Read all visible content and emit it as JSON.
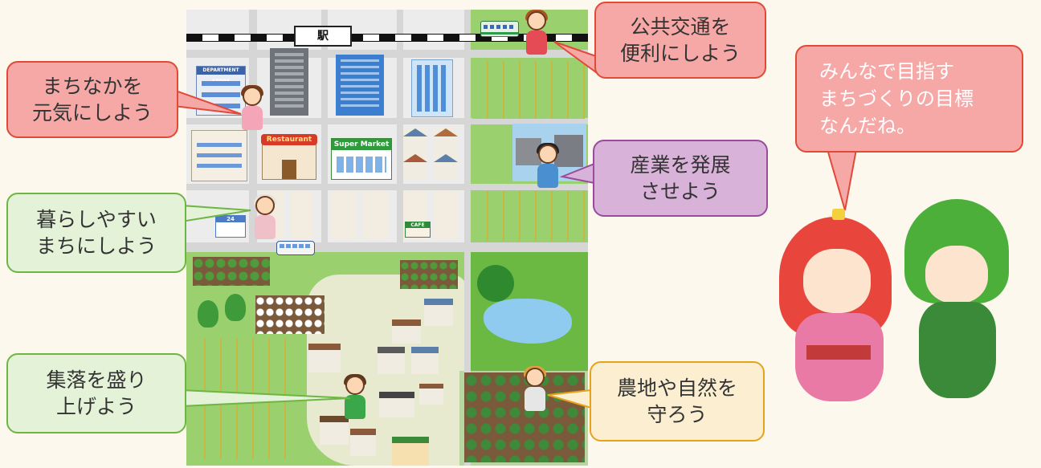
{
  "station_label": "駅",
  "bubbles": {
    "transit": "公共交通を\n便利にしよう",
    "downtown": "まちなかを\n元気にしよう",
    "livable": "暮らしやすい\nまちにしよう",
    "village": "集落を盛り\n上げよう",
    "industry": "産業を発展\nさせよう",
    "nature": "農地や自然を\n守ろう",
    "goal": "みんなで目指す\nまちづくりの目標\nなんだね。"
  },
  "signs": {
    "restaurant": "Restaurant",
    "supermarket": "Super Market",
    "department": "DEPARTMENT STORE",
    "convenience": "24",
    "cafe": "CAFE"
  },
  "colors": {
    "pink_bubble": "#f6a8a6",
    "green_bubble": "#e4f2d8",
    "purple_bubble": "#d8b2d8",
    "yellow_bubble": "#fbeed1",
    "field_green": "#8cc865",
    "road_gray": "#d6d6d6"
  }
}
